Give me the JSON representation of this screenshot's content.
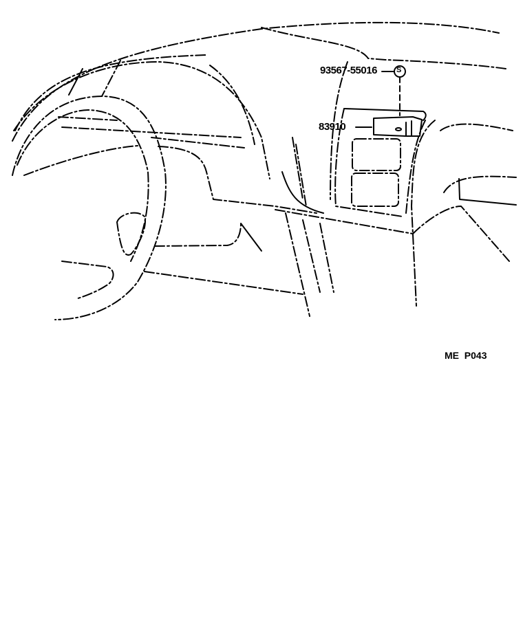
{
  "diagram": {
    "type": "parts-illustration",
    "subject": "instrument panel with switch assembly",
    "colors": {
      "line": "#000000",
      "background": "#ffffff"
    },
    "callouts": [
      {
        "id": "part-1",
        "part_number": "93567-55016",
        "symbol": "S"
      },
      {
        "id": "part-2",
        "part_number": "83910"
      }
    ],
    "reference_code": "ME  P043"
  }
}
